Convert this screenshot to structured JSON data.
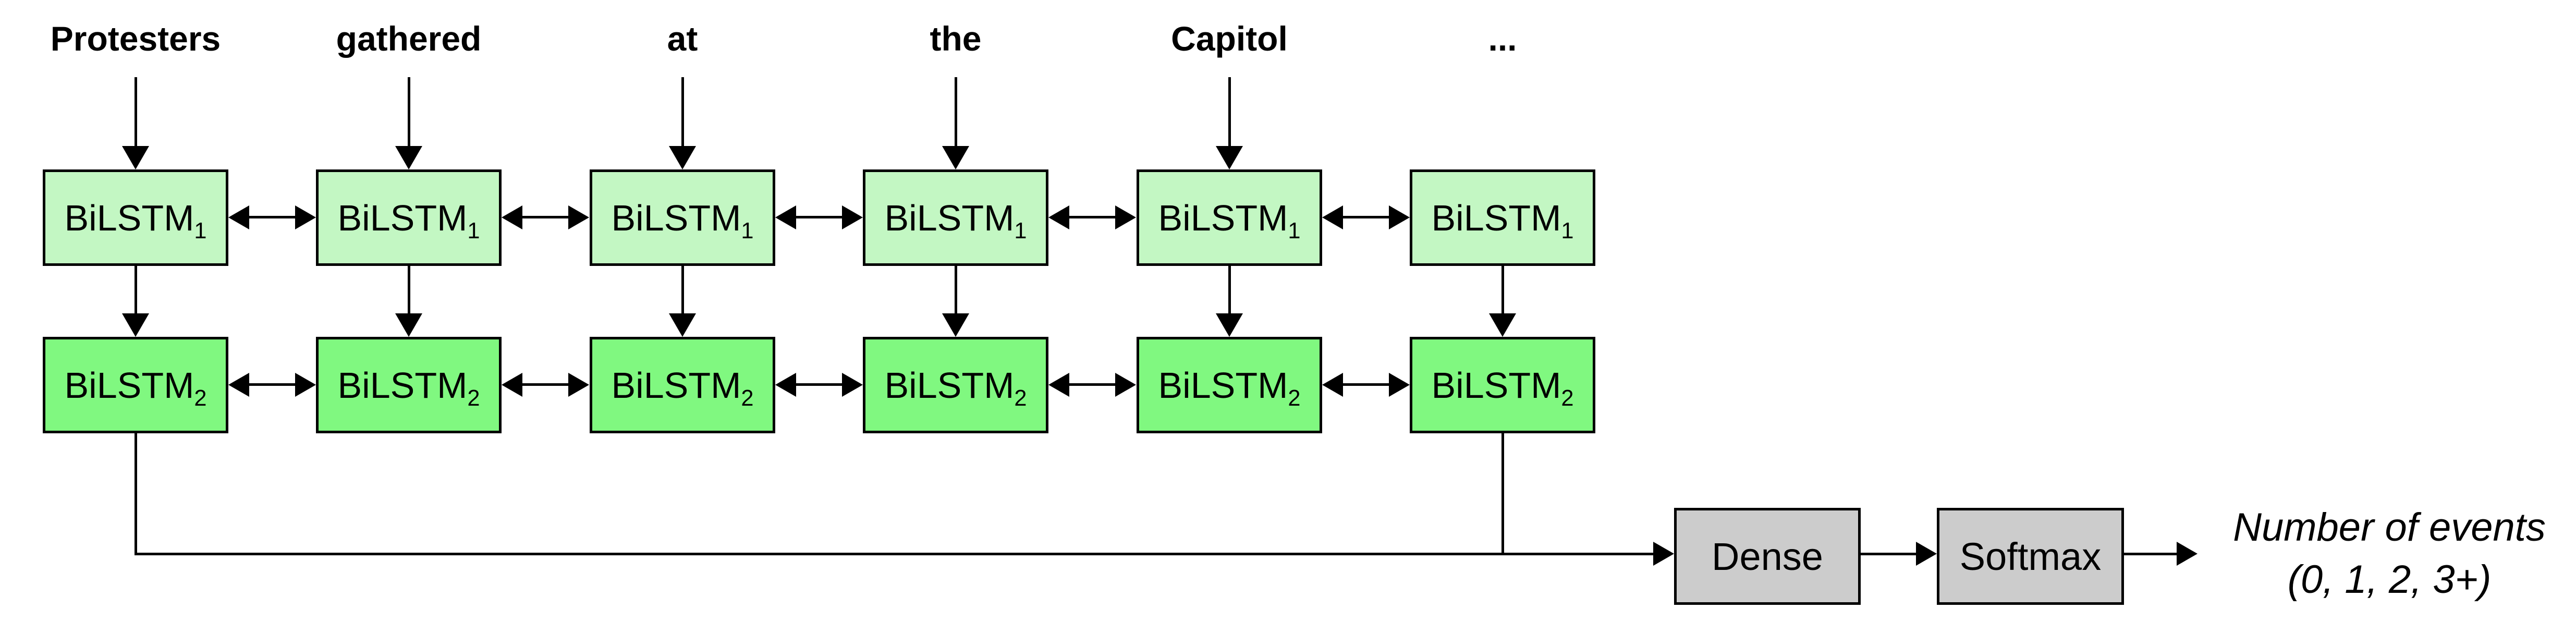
{
  "diagram": {
    "background": "#FFFFFF",
    "stroke": "#000000",
    "words": [
      {
        "text": "Protesters"
      },
      {
        "text": "gathered"
      },
      {
        "text": "at"
      },
      {
        "text": "the"
      },
      {
        "text": "Capitol"
      },
      {
        "text": "..."
      }
    ],
    "layer1": {
      "name": "BiLSTM",
      "subscript": "1",
      "fill": "#C3F7C3",
      "fill_style": "background-color:#C3F7C3"
    },
    "layer2": {
      "name": "BiLSTM",
      "subscript": "2",
      "fill": "#80F880",
      "fill_style": "background-color:#80F880"
    },
    "dense": {
      "label": "Dense",
      "fill": "#CCCCCC",
      "fill_style": "background-color:#CCCCCC"
    },
    "softmax": {
      "label": "Softmax",
      "fill": "#CCCCCC",
      "fill_style": "background-color:#CCCCCC"
    },
    "output": {
      "line1": "Number of events",
      "line2": "(0, 1, 2, 3+)"
    }
  }
}
